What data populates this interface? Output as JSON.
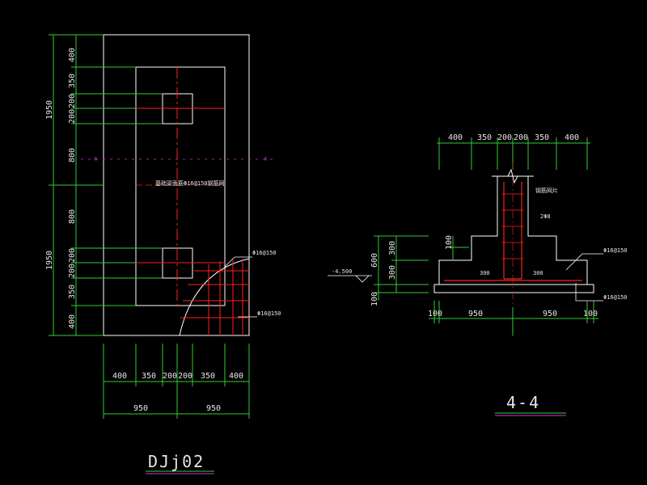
{
  "plan": {
    "title": "DJj02",
    "left_dims_top": [
      "400",
      "350",
      "200",
      "200",
      "800"
    ],
    "left_dims_bottom": [
      "800",
      "200",
      "200",
      "350",
      "400"
    ],
    "left_total_top": "1950",
    "left_total_bottom": "1950",
    "bottom_dims": [
      "400",
      "350",
      "200",
      "200",
      "350",
      "400"
    ],
    "bottom_totals": [
      "950",
      "950"
    ],
    "section_mark_left": "4",
    "section_mark_right": "4",
    "center_note": "基础梁面筋Φ16@150钢筋网",
    "rebar_label_1": "Φ16@150",
    "rebar_label_2": "Φ16@150"
  },
  "section": {
    "title": "4-4",
    "top_dims": [
      "400",
      "350",
      "200",
      "200",
      "350",
      "400"
    ],
    "bottom_dims": [
      "100",
      "950",
      "950",
      "100"
    ],
    "left_dims": [
      "300",
      "300",
      "600",
      "100"
    ],
    "elev_label": "-4.500",
    "step_label": "100",
    "inner_left": "300",
    "inner_right": "300",
    "col_note": "钢筋网片",
    "stirrup_note": "2Φ8",
    "rebar_right_1": "Φ16@150",
    "rebar_right_2": "Φ16@150"
  },
  "colors": {
    "dim": "#33cc33",
    "outline": "#ffffff",
    "rebar": "#ff2020",
    "accent": "#cc33cc"
  }
}
